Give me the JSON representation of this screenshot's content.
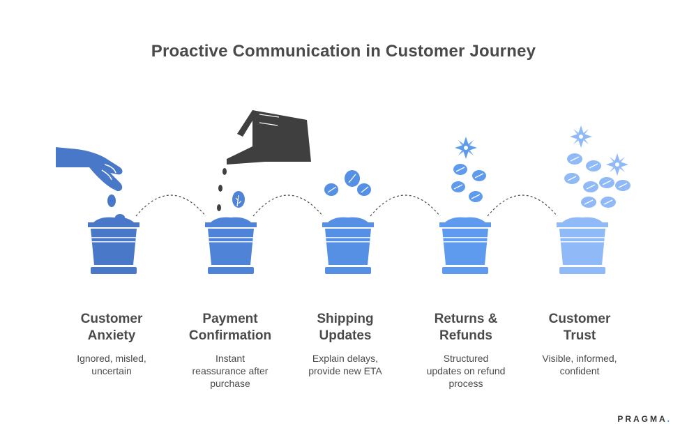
{
  "title": "Proactive Communication in Customer Journey",
  "brand": {
    "name": "PRAGMA",
    "dot": "."
  },
  "colors": {
    "text": "#4a4a4a",
    "dark_object": "#3f3f3f",
    "stages": [
      "#4a78c8",
      "#4f83d8",
      "#5590e4",
      "#5e9bef",
      "#8fb9f7"
    ]
  },
  "stages": [
    {
      "title": "Customer\nAnxiety",
      "desc": "Ignored, misled,\nuncertain",
      "icon": "hand-dropping-seeds-icon"
    },
    {
      "title": "Payment\nConfirmation",
      "desc": "Instant\nreassurance after\npurchase",
      "icon": "watering-can-icon"
    },
    {
      "title": "Shipping\nUpdates",
      "desc": "Explain delays,\nprovide new ETA",
      "icon": "sprouting-leaves-icon"
    },
    {
      "title": "Returns &\nRefunds",
      "desc": "Structured\nupdates on refund\nprocess",
      "icon": "flower-and-leaves-icon"
    },
    {
      "title": "Customer\nTrust",
      "desc": "Visible, informed,\nconfident",
      "icon": "blooming-plant-icon"
    }
  ]
}
